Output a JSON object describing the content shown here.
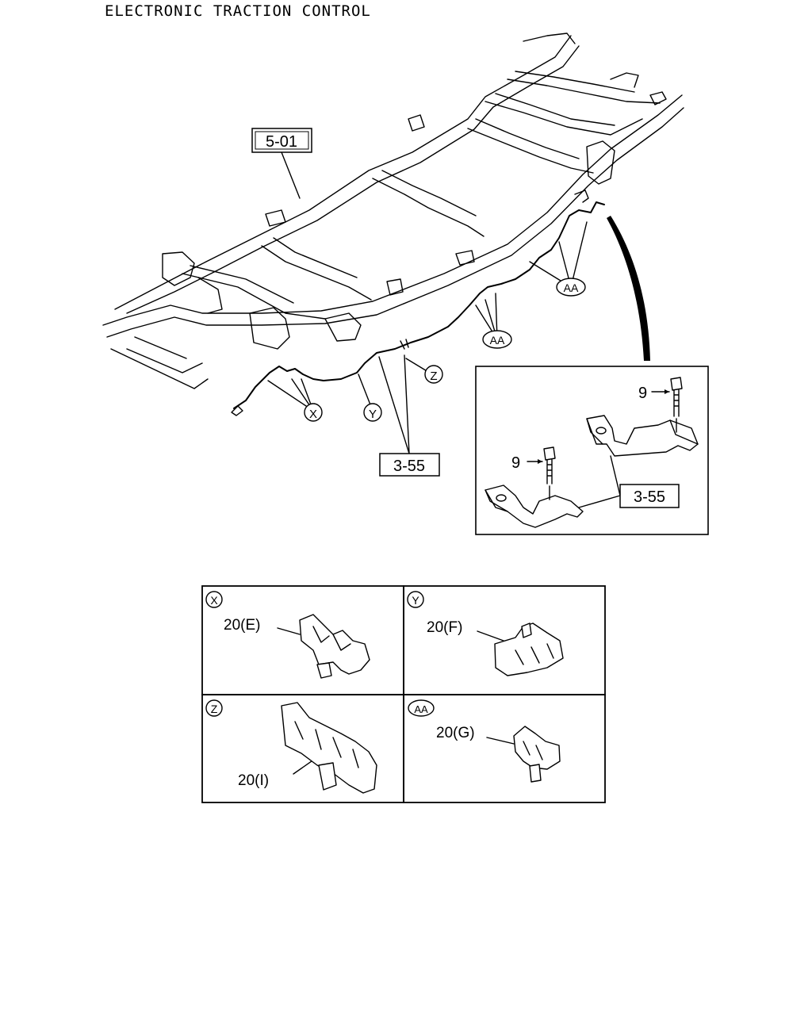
{
  "title": "ELECTRONIC TRACTION CONTROL",
  "main_view": {
    "frame_ref": "5-01",
    "bracket_ref": "3-55",
    "callouts": {
      "x": "X",
      "y": "Y",
      "z": "Z",
      "aa_front": "AA",
      "aa_rear": "AA"
    }
  },
  "detail_view": {
    "bolt_upper": "9",
    "bolt_lower": "9",
    "bracket_ref": "3-55"
  },
  "clip_details": [
    {
      "view": "X",
      "part": "20(E)"
    },
    {
      "view": "Y",
      "part": "20(F)"
    },
    {
      "view": "Z",
      "part": "20(I)"
    },
    {
      "view": "AA",
      "part": "20(G)"
    }
  ]
}
